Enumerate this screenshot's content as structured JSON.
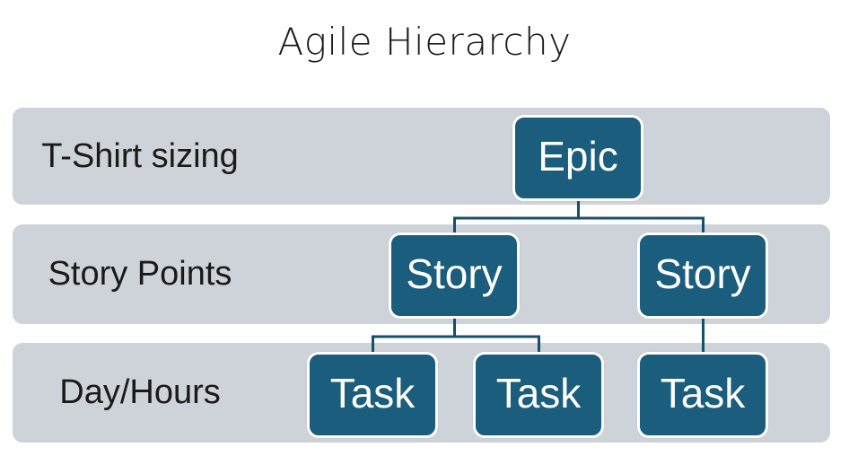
{
  "title": "Agile Hierarchy",
  "colors": {
    "node_fill": "#1b5d7c",
    "node_text": "#ffffff",
    "node_border": "#ffffff",
    "connector": "#14506b",
    "band_fill": "#ced2d9",
    "title_text": "#1a1a1a",
    "band_label_text": "#1a1a1a",
    "canvas_bg": "#ffffff"
  },
  "diagram": {
    "type": "hierarchy",
    "rows": [
      {
        "label": "T-Shirt sizing",
        "nodes": [
          {
            "id": "epic",
            "label": "Epic",
            "parent": null
          }
        ]
      },
      {
        "label": "Story Points",
        "nodes": [
          {
            "id": "story-1",
            "label": "Story",
            "parent": "epic"
          },
          {
            "id": "story-2",
            "label": "Story",
            "parent": "epic"
          }
        ]
      },
      {
        "label": "Day/Hours",
        "nodes": [
          {
            "id": "task-1",
            "label": "Task",
            "parent": "story-1"
          },
          {
            "id": "task-2",
            "label": "Task",
            "parent": "story-1"
          },
          {
            "id": "task-3",
            "label": "Task",
            "parent": "story-2"
          }
        ]
      }
    ],
    "edges": [
      [
        "epic",
        "story-1"
      ],
      [
        "epic",
        "story-2"
      ],
      [
        "story-1",
        "task-1"
      ],
      [
        "story-1",
        "task-2"
      ],
      [
        "story-2",
        "task-3"
      ]
    ]
  }
}
